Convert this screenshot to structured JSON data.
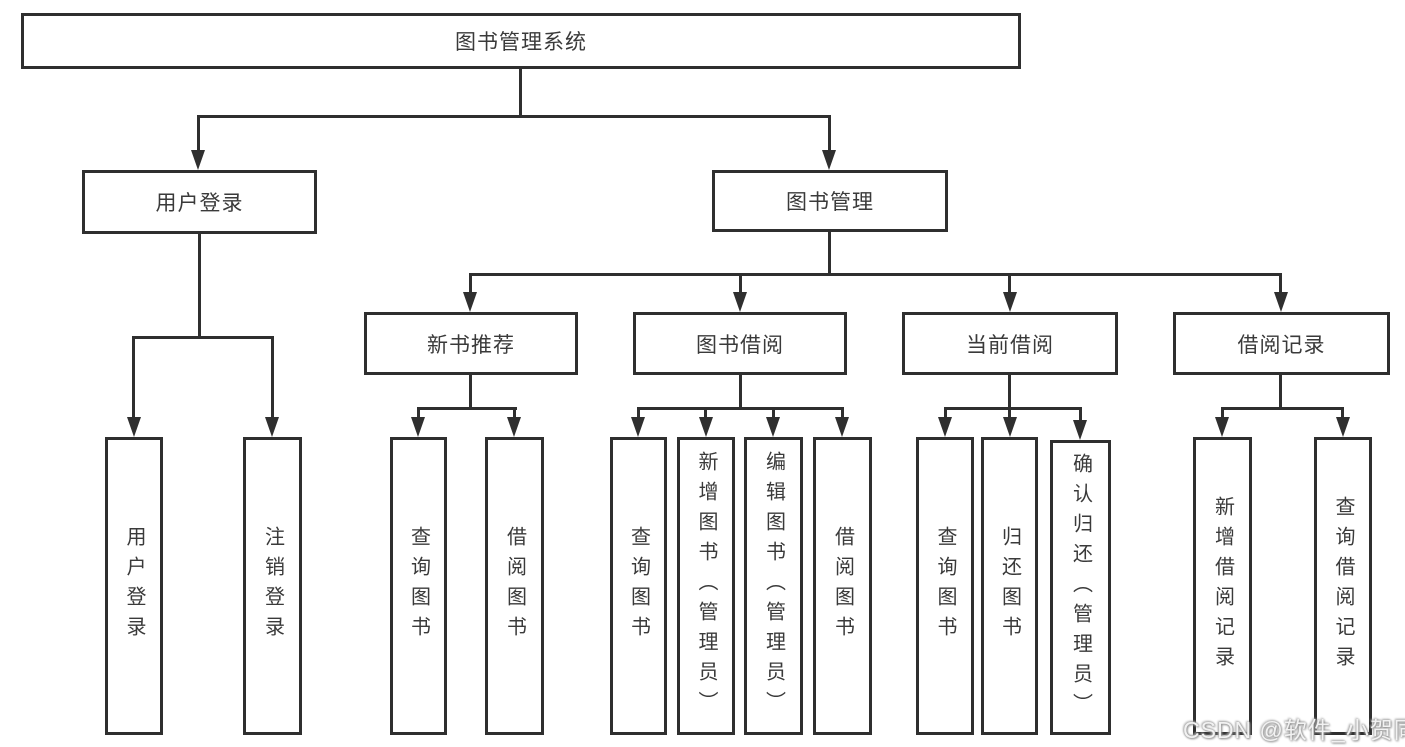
{
  "diagram_type": "functional-structure-tree",
  "colors": {
    "background": "#ffffff",
    "line": "#2f2f2f",
    "box_border": "#2f2f2f",
    "box_fill": "#ffffff",
    "text": "#3a3a3a",
    "watermark": "#f2f2f2"
  },
  "tree": {
    "root": {
      "label": "图书管理系统",
      "children": [
        {
          "label": "用户登录",
          "children": [
            {
              "label": "用户登录"
            },
            {
              "label": "注销登录"
            }
          ]
        },
        {
          "label": "图书管理",
          "children": [
            {
              "label": "新书推荐",
              "children": [
                {
                  "label": "查询图书"
                },
                {
                  "label": "借阅图书"
                }
              ]
            },
            {
              "label": "图书借阅",
              "children": [
                {
                  "label": "查询图书"
                },
                {
                  "label": "新增图书（管理员）"
                },
                {
                  "label": "编辑图书（管理员）"
                },
                {
                  "label": "借阅图书"
                }
              ]
            },
            {
              "label": "当前借阅",
              "children": [
                {
                  "label": "查询图书"
                },
                {
                  "label": "归还图书"
                },
                {
                  "label": "确认归还（管理员）"
                }
              ]
            },
            {
              "label": "借阅记录",
              "children": [
                {
                  "label": "新增借阅记录"
                },
                {
                  "label": "查询借阅记录"
                }
              ]
            }
          ]
        }
      ]
    }
  },
  "watermark": {
    "text": "CSDN @软件_小贺同学"
  }
}
